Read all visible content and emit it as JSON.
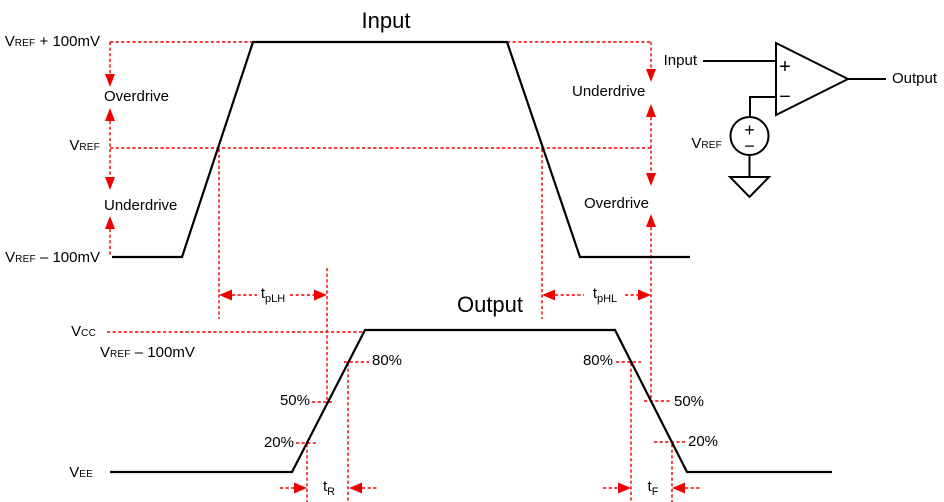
{
  "colors": {
    "accent_red": "#ff0000",
    "line_black": "#000000",
    "background": "#ffffff"
  },
  "input_section": {
    "title": "Input",
    "levels": {
      "vref_plus": {
        "base": "V",
        "sub": "REF",
        "rest": " + 100mV"
      },
      "vref": {
        "base": "V",
        "sub": "REF",
        "rest": ""
      },
      "vref_minus": {
        "base": "V",
        "sub": "REF",
        "rest": " – 100mV"
      }
    },
    "annotations": {
      "left_upper": "Overdrive",
      "left_lower": "Underdrive",
      "right_upper": "Underdrive",
      "right_lower": "Overdrive"
    },
    "timing": {
      "tplh": {
        "base": "t",
        "sub": "pLH"
      },
      "tphl": {
        "base": "t",
        "sub": "pHL"
      }
    }
  },
  "output_section": {
    "title": "Output",
    "levels": {
      "vcc": {
        "base": "V",
        "sub": "CC",
        "rest": ""
      },
      "vref_minus": {
        "base": "V",
        "sub": "REF",
        "rest": " – 100mV"
      },
      "vee": {
        "base": "V",
        "sub": "EE",
        "rest": ""
      }
    },
    "thresholds": {
      "p80": "80%",
      "p50": "50%",
      "p20": "20%"
    },
    "timing": {
      "tr": {
        "base": "t",
        "sub": "R"
      },
      "tf": {
        "base": "t",
        "sub": "F"
      }
    }
  },
  "circuit": {
    "input_label": "Input",
    "output_label": "Output",
    "vref_label": {
      "base": "V",
      "sub": "REF"
    },
    "noninverting_symbol": "+",
    "inverting_symbol": "−",
    "source_plus_symbol": "+",
    "source_minus_symbol": "−"
  }
}
